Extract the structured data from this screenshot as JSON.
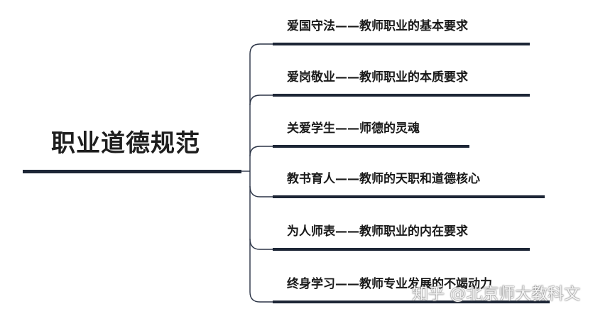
{
  "root": {
    "title": "职业道德规范"
  },
  "branches": [
    {
      "label": "爱国守法——教师职业的基本要求"
    },
    {
      "label": "爱岗敬业——教师职业的本质要求"
    },
    {
      "label": "关爱学生——师德的灵魂"
    },
    {
      "label": "教书育人——教师的天职和道德核心"
    },
    {
      "label": "为人师表——教师职业的内在要求"
    },
    {
      "label": "终身学习——教师专业发展的不竭动力"
    }
  ],
  "watermark": "知乎 @北京师大教科文",
  "colors": {
    "line": "#1d2636",
    "connector": "#2b3446",
    "text": "#1a1a1a",
    "background": "#ffffff"
  }
}
